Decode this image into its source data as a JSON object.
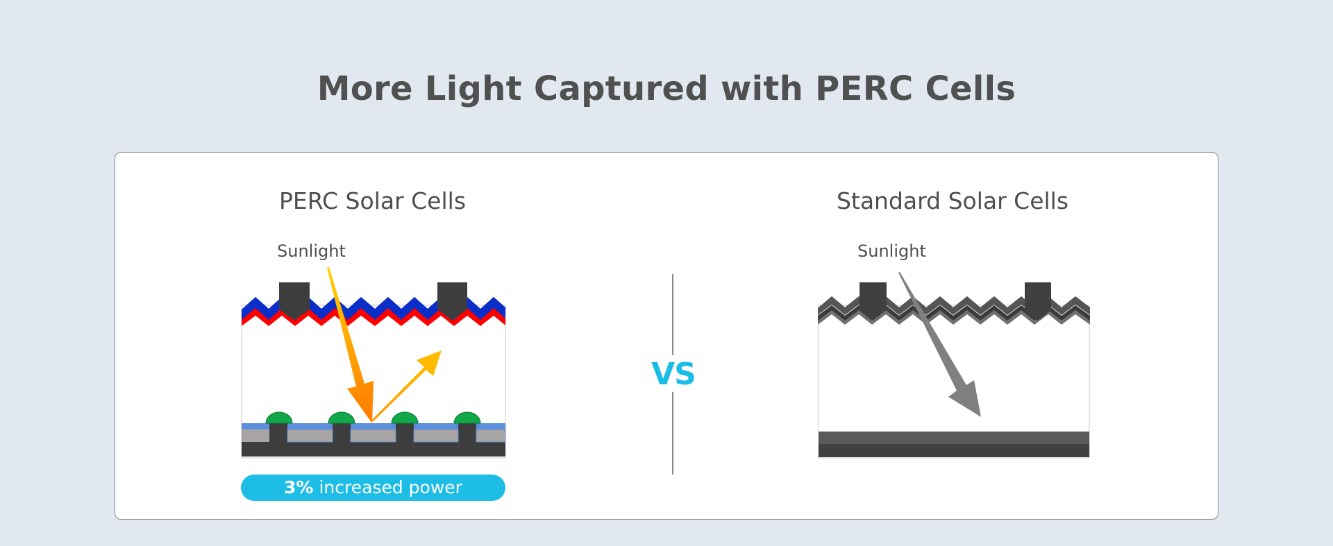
{
  "header": {
    "title": "More Light Captured with PERC Cells"
  },
  "comparison": {
    "left": {
      "title": "PERC Solar Cells",
      "light_label": "Sunlight",
      "badge": {
        "value": "3%",
        "text": "increased power"
      },
      "colors": {
        "top_layer": "#0a2fc9",
        "junction_layer": "#ff0000",
        "finger": "#3d3d3d",
        "passivation": "#5b8fdc",
        "rear_gray": "#a8a4a4",
        "base": "#3d3d3d",
        "contact_dome": "#12a84a",
        "incident_arrow": "#ff8a00",
        "reflected_arrow": "#ffb800"
      }
    },
    "separator": {
      "label": "VS",
      "color": "#1bbde6"
    },
    "right": {
      "title": "Standard Solar Cells",
      "light_label": "Sunlight",
      "colors": {
        "top_layer": "#555555",
        "junction_layer": "#707070",
        "finger": "#404040",
        "rear_upper": "#5a5a5a",
        "rear_lower": "#404040",
        "arrow": "#808080"
      }
    },
    "badge_color": "#1dbde6"
  },
  "page": {
    "background": "#e1e8f0",
    "card_background": "#ffffff"
  }
}
